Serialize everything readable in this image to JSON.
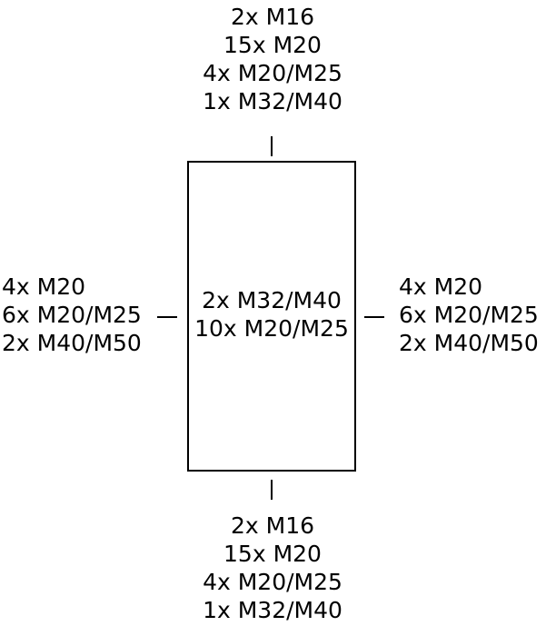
{
  "top": {
    "lines": [
      "2x M16",
      "15x M20",
      "4x M20/M25",
      "1x M32/M40"
    ]
  },
  "left": {
    "lines": [
      "4x M20",
      "6x M20/M25",
      "2x M40/M50"
    ]
  },
  "right": {
    "lines": [
      "4x M20",
      "6x M20/M25",
      "2x M40/M50"
    ]
  },
  "center": {
    "lines": [
      "2x M32/M40",
      "10x M20/M25"
    ]
  },
  "bottom": {
    "lines": [
      "2x M16",
      "15x M20",
      "4x M20/M25",
      "1x M32/M40"
    ]
  }
}
